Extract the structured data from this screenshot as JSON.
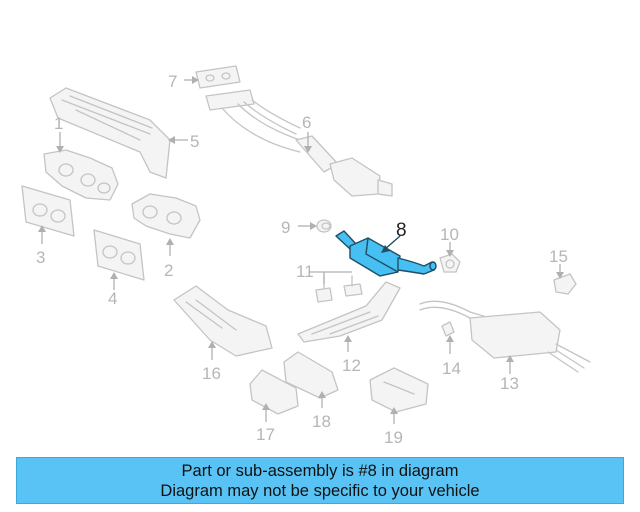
{
  "diagram": {
    "callouts": [
      {
        "id": "1",
        "label": "1"
      },
      {
        "id": "2",
        "label": "2"
      },
      {
        "id": "3",
        "label": "3"
      },
      {
        "id": "4",
        "label": "4"
      },
      {
        "id": "5",
        "label": "5"
      },
      {
        "id": "6",
        "label": "6"
      },
      {
        "id": "7",
        "label": "7"
      },
      {
        "id": "8",
        "label": "8"
      },
      {
        "id": "9",
        "label": "9"
      },
      {
        "id": "10",
        "label": "10"
      },
      {
        "id": "11",
        "label": "11"
      },
      {
        "id": "12",
        "label": "12"
      },
      {
        "id": "13",
        "label": "13"
      },
      {
        "id": "14",
        "label": "14"
      },
      {
        "id": "15",
        "label": "15"
      },
      {
        "id": "16",
        "label": "16"
      },
      {
        "id": "17",
        "label": "17"
      },
      {
        "id": "18",
        "label": "18"
      },
      {
        "id": "19",
        "label": "19"
      }
    ],
    "highlighted_part": "8",
    "highlight_color": "#46bff2"
  },
  "banner": {
    "line1": "Part or sub-assembly is #8 in diagram",
    "line2": "Diagram may not be specific to your vehicle",
    "background": "#58c3f4"
  }
}
